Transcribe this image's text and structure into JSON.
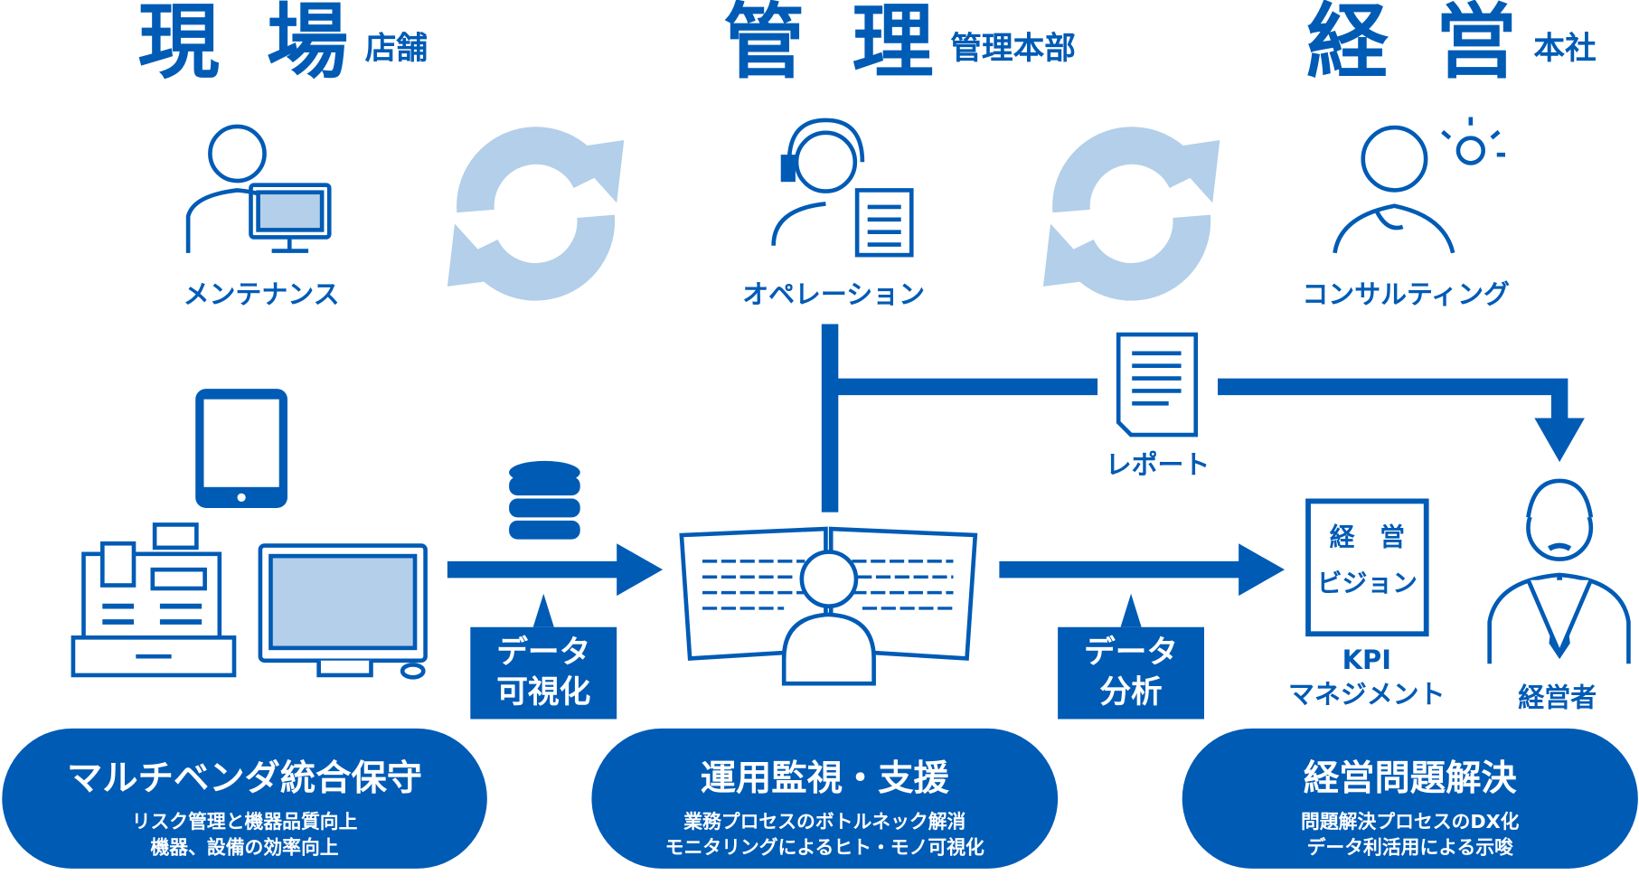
{
  "columns": [
    {
      "title": "現 場",
      "subtitle": "店舗",
      "role": "メンテナンス"
    },
    {
      "title": "管 理",
      "subtitle": "管理本部",
      "role": "オペレーション"
    },
    {
      "title": "経 営",
      "subtitle": "本社",
      "role": "コンサルティング"
    }
  ],
  "flow": {
    "tag1": [
      "データ",
      "可視化"
    ],
    "tag2": [
      "データ",
      "分析"
    ],
    "report": "レポート",
    "vision_box": [
      "経　営",
      "ビジョン"
    ],
    "kpi": [
      "KPI",
      "マネジメント"
    ],
    "executive": "経営者"
  },
  "pills": [
    {
      "title": "マルチベンダ統合保守",
      "lines": [
        "リスク管理と機器品質向上",
        "機器、設備の効率向上"
      ]
    },
    {
      "title": "運用監視・支援",
      "lines": [
        "業務プロセスのボトルネック解消",
        "モニタリングによるヒト・モノ可視化"
      ]
    },
    {
      "title": "経営問題解決",
      "lines": [
        "問題解決プロセスのDX化",
        "データ利活用による示唆"
      ]
    }
  ],
  "colors": {
    "primary": "#005bb5",
    "light": "#b3cfe9"
  }
}
